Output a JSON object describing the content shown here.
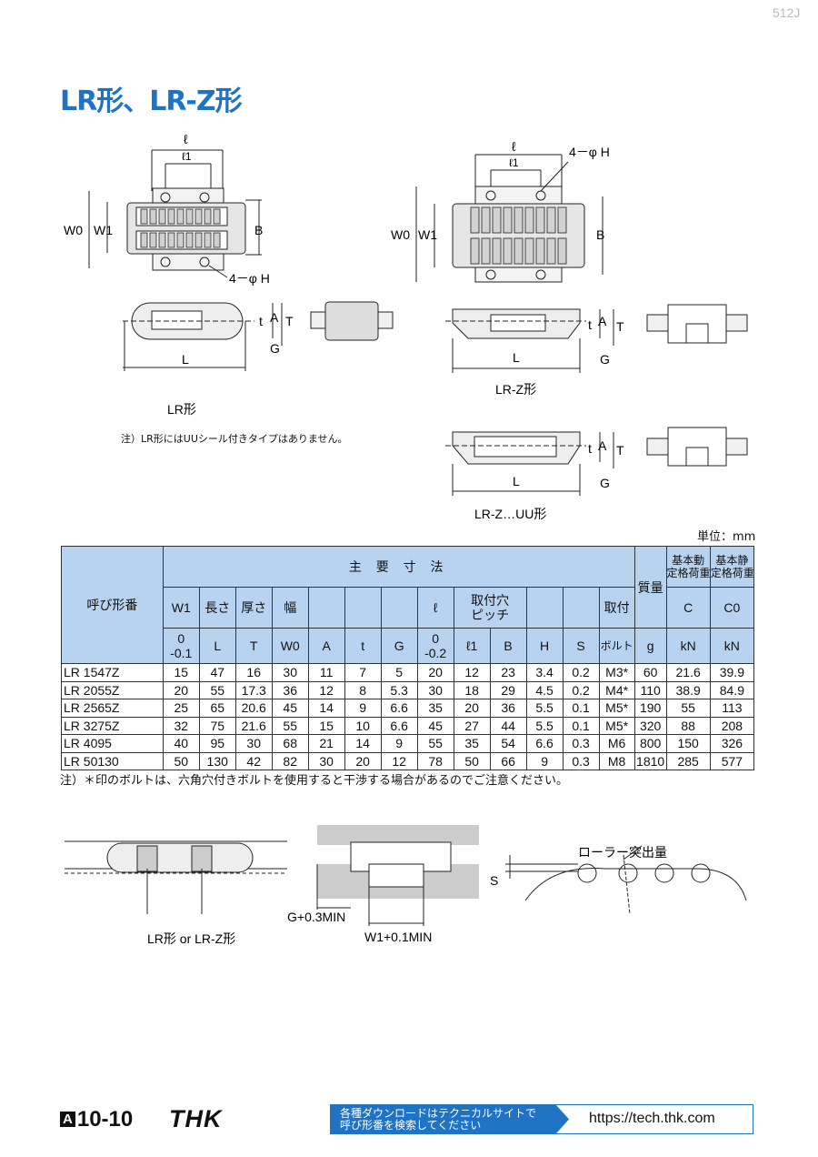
{
  "page_code": "512J",
  "title": "LR形、LR-Z形",
  "diagrams": {
    "lr": {
      "caption": "LR形",
      "dim_l_small": "ℓ",
      "dim_l1": "ℓ1",
      "w0": "W0",
      "w1": "W1",
      "b": "B",
      "holes": "4－φ H",
      "a": "A",
      "t_small": "t",
      "t_big": "T",
      "g": "G",
      "l_big": "L"
    },
    "lrz": {
      "caption": "LR-Z形",
      "dim_l_small": "ℓ",
      "dim_l1": "ℓ1",
      "w0": "W0",
      "w1": "W1",
      "b": "B",
      "holes": "4－φ H",
      "a": "A",
      "t_small": "t",
      "t_big": "T",
      "g": "G",
      "l_big": "L"
    },
    "lrzuu": {
      "caption": "LR-Z…UU形",
      "a": "A",
      "t_small": "t",
      "t_big": "T",
      "g": "G",
      "l_big": "L"
    },
    "note": "注）LR形にはUUシール付きタイプはありません。"
  },
  "unit": "単位：mm",
  "table": {
    "col_model": "呼び形番",
    "col_main": "主 要 寸 法",
    "col_mass": "質量",
    "col_c": [
      "基本動",
      "定格荷重"
    ],
    "col_c0": [
      "基本静",
      "定格荷重"
    ],
    "sub1": [
      "W1",
      "長さ",
      "厚さ",
      "幅",
      "",
      "",
      "",
      "ℓ",
      "取付穴",
      "",
      "",
      "取付",
      "",
      "C",
      "C0"
    ],
    "pitch2": "ピッチ",
    "sub2": [
      "0\n-0.1",
      "L",
      "T",
      "W0",
      "A",
      "t",
      "G",
      "0\n-0.2",
      "ℓ1",
      "B",
      "H",
      "S",
      "ボルト",
      "g",
      "kN",
      "kN"
    ],
    "rows": [
      [
        "LR 1547Z",
        "15",
        "47",
        "16",
        "30",
        "11",
        "7",
        "5",
        "20",
        "12",
        "23",
        "3.4",
        "0.2",
        "M3*",
        "60",
        "21.6",
        "39.9"
      ],
      [
        "LR 2055Z",
        "20",
        "55",
        "17.3",
        "36",
        "12",
        "8",
        "5.3",
        "30",
        "18",
        "29",
        "4.5",
        "0.2",
        "M4*",
        "110",
        "38.9",
        "84.9"
      ],
      [
        "LR 2565Z",
        "25",
        "65",
        "20.6",
        "45",
        "14",
        "9",
        "6.6",
        "35",
        "20",
        "36",
        "5.5",
        "0.1",
        "M5*",
        "190",
        "55",
        "113"
      ],
      [
        "LR 3275Z",
        "32",
        "75",
        "21.6",
        "55",
        "15",
        "10",
        "6.6",
        "45",
        "27",
        "44",
        "5.5",
        "0.1",
        "M5*",
        "320",
        "88",
        "208"
      ],
      [
        "LR 4095",
        "40",
        "95",
        "30",
        "68",
        "21",
        "14",
        "9",
        "55",
        "35",
        "54",
        "6.6",
        "0.3",
        "M6",
        "800",
        "150",
        "326"
      ],
      [
        "LR 50130",
        "50",
        "130",
        "42",
        "82",
        "30",
        "20",
        "12",
        "78",
        "50",
        "66",
        "9",
        "0.3",
        "M8",
        "1810",
        "285",
        "577"
      ]
    ],
    "note": "注）＊印のボルトは、六角穴付きボルトを使用すると干渉する場合があるのでご注意ください。"
  },
  "bottom": {
    "mount_caption": "LR形 or LR-Z形",
    "g_label": "G+0.3MIN",
    "w1_label": "W1+0.1MIN",
    "roller_label": "ローラー突出量",
    "s_label": "S"
  },
  "footer": {
    "a_mark": "A",
    "page": "10-10",
    "brand": "THK",
    "banner_text": [
      "各種ダウンロードはテクニカルサイトで",
      "呼び形番を検索してください"
    ],
    "url": "https://tech.thk.com"
  }
}
